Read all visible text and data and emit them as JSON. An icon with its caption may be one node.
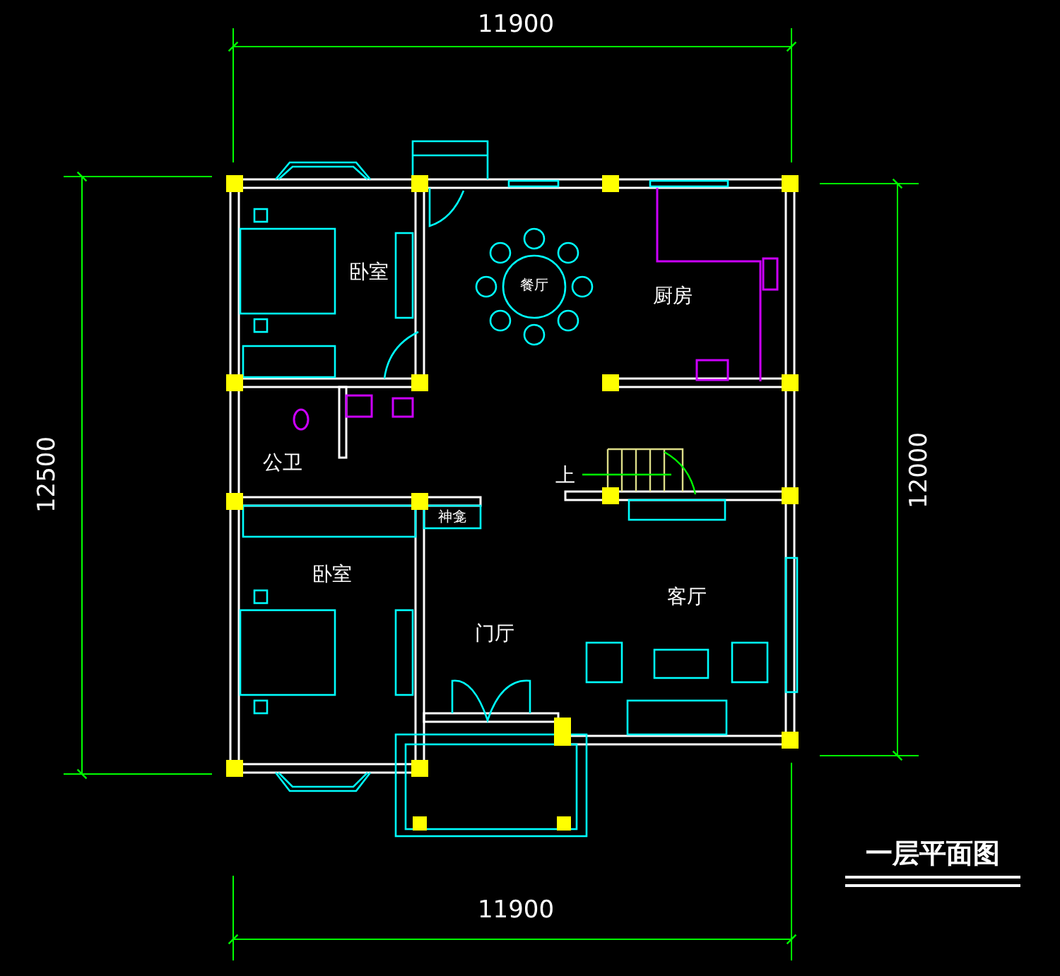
{
  "diagram": {
    "caption": "一层平面图",
    "labels": [
      "11900",
      "12500",
      "卧室",
      "餐厅",
      "厨房",
      "公卫",
      "上",
      "神龛",
      "12000",
      "卧室",
      "门厅",
      "客厅",
      "11900"
    ]
  }
}
